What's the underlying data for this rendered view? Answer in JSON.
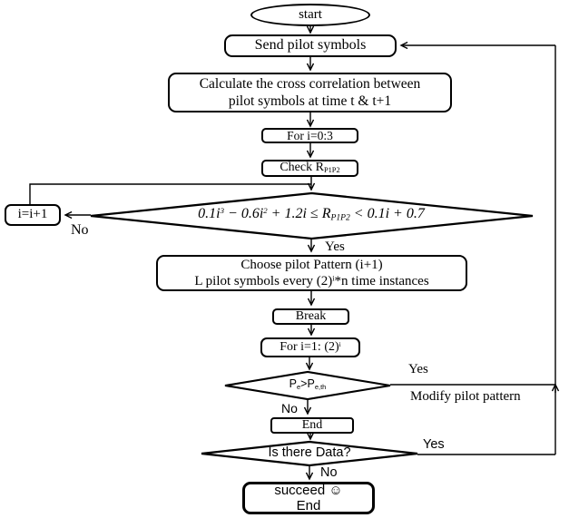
{
  "canvas": {
    "bg": "#ffffff",
    "stroke": "#000000"
  },
  "nodes": {
    "start": {
      "label": "start"
    },
    "send_pilot": {
      "label": "Send pilot symbols"
    },
    "calc": {
      "line1": "Calculate the cross correlation between",
      "line2": "pilot symbols at time t & t+1"
    },
    "for_outer": {
      "label": "For i=0:3"
    },
    "check_r": {
      "rich": [
        {
          "t": "Check R"
        },
        {
          "t": "P1P2",
          "s": "sub"
        }
      ]
    },
    "increment": {
      "label": "i=i+1"
    },
    "condition": {
      "rich": [
        {
          "t": "0.1i"
        },
        {
          "t": "3",
          "s": "sup"
        },
        {
          "t": " − 0.6i"
        },
        {
          "t": "2",
          "s": "sup"
        },
        {
          "t": " + 1.2i ≤ R"
        },
        {
          "t": "P1P2",
          "s": "sub"
        },
        {
          "t": " <  0.1i + 0.7"
        }
      ]
    },
    "choose": {
      "line1": "Choose pilot Pattern (i+1)",
      "line2_rich": [
        {
          "t": "L pilot symbols every  (2)"
        },
        {
          "t": "i",
          "s": "sup"
        },
        {
          "t": "*n time instances"
        }
      ]
    },
    "break": {
      "label": "Break"
    },
    "for_inner": {
      "rich": [
        {
          "t": "For i=1: (2)"
        },
        {
          "t": "i",
          "s": "sup"
        }
      ]
    },
    "pe_check": {
      "rich": [
        {
          "t": "P"
        },
        {
          "t": "e",
          "s": "sub"
        },
        {
          "t": ">P"
        },
        {
          "t": "e,th",
          "s": "sub"
        }
      ]
    },
    "end_mid": {
      "label": "End"
    },
    "data_q": {
      "label": "Is there Data?"
    },
    "succeed": {
      "line1": "succeed ☺",
      "line2": "End"
    }
  },
  "edge_labels": {
    "yes_condition": "Yes",
    "no_condition": "No",
    "yes_pe": "Yes",
    "modify": "Modify pilot pattern",
    "no_pe": "No",
    "yes_data": "Yes",
    "no_data": "No"
  }
}
